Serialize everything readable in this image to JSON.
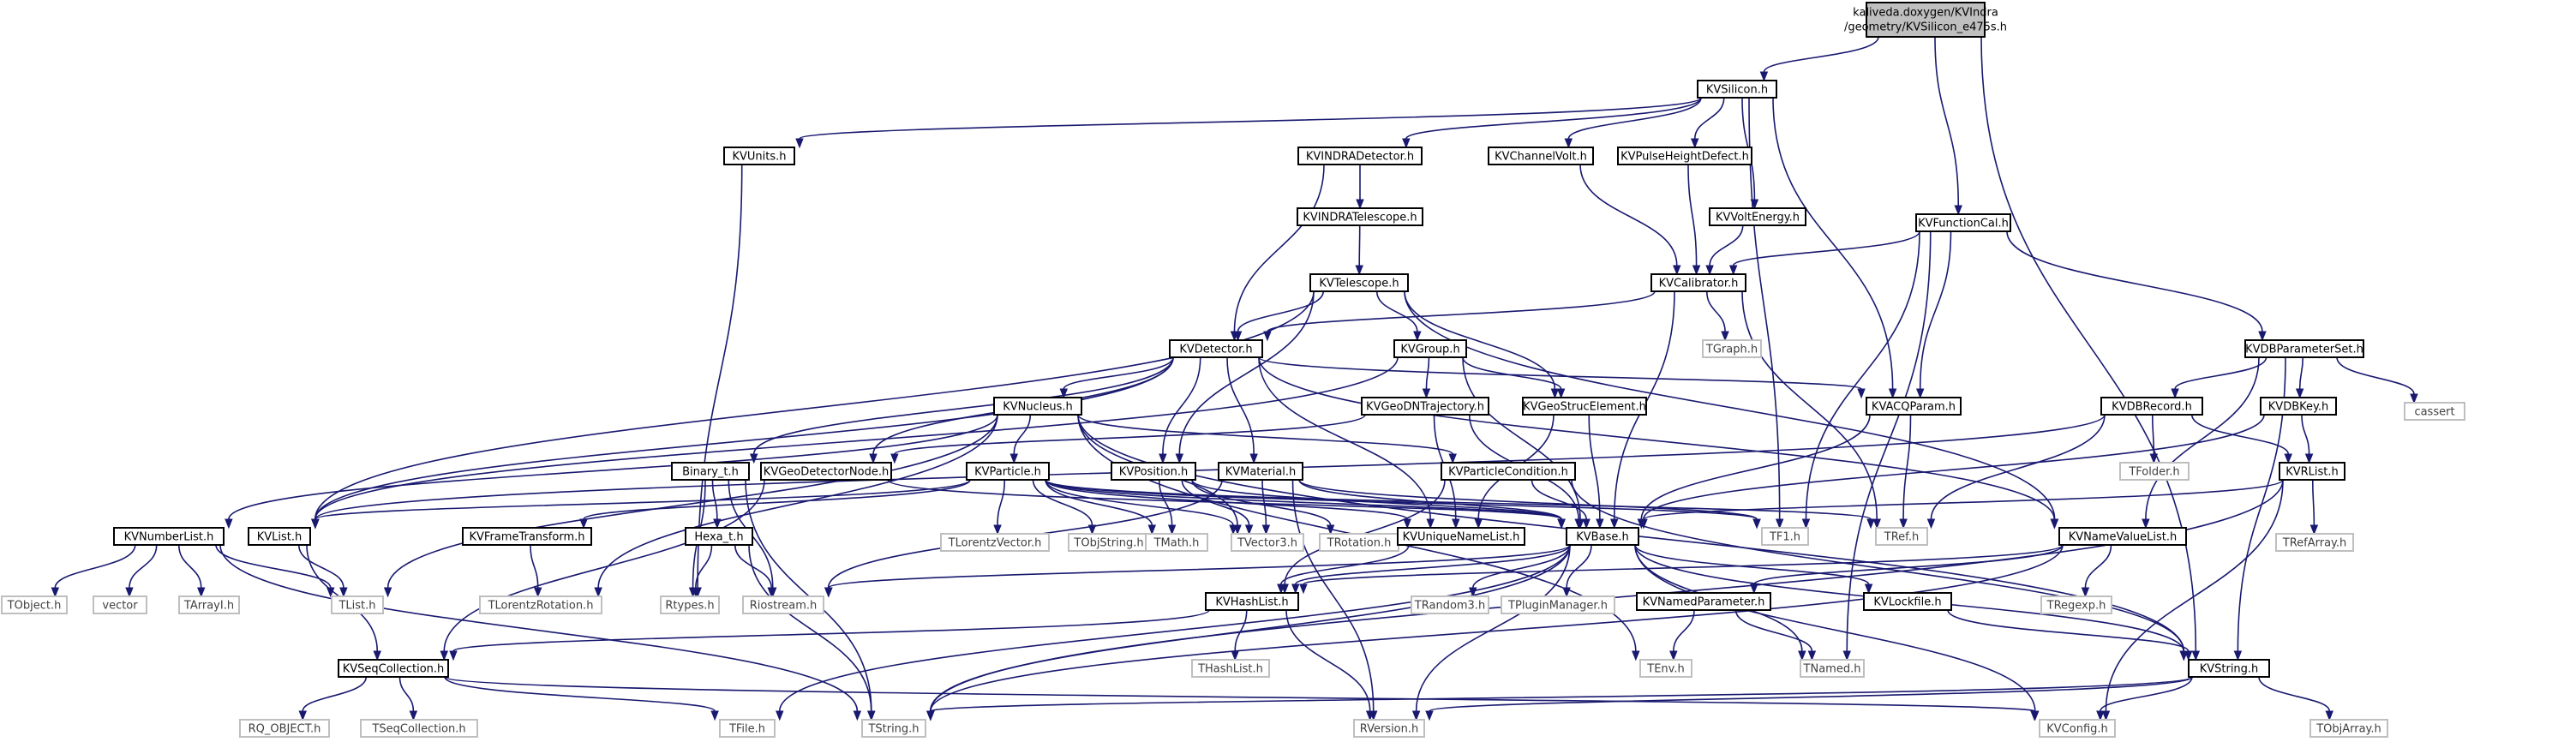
{
  "graph": {
    "root": {
      "line1": "kaliveda.doxygen/KVIndra",
      "line2": "/geometry/KVSilicon_e475s.h"
    },
    "nodes": {
      "silicon": "KVSilicon.h",
      "functioncal": "KVFunctionCal.h",
      "units": "KVUnits.h",
      "indradet": "KVINDRADetector.h",
      "chanvolt": "KVChannelVolt.h",
      "pulse": "KVPulseHeightDefect.h",
      "voltenergy": "KVVoltEnergy.h",
      "indratel": "KVINDRATelescope.h",
      "telescope": "KVTelescope.h",
      "calibrator": "KVCalibrator.h",
      "dbparamset": "KVDBParameterSet.h",
      "detector": "KVDetector.h",
      "group": "KVGroup.h",
      "tgraph": "TGraph.h",
      "nucleus": "KVNucleus.h",
      "geodntraj": "KVGeoDNTrajectory.h",
      "geostruc": "KVGeoStrucElement.h",
      "acqparam": "KVACQParam.h",
      "dbrecord": "KVDBRecord.h",
      "dbkey": "KVDBKey.h",
      "cassert": "cassert",
      "binary": "Binary_t.h",
      "geodetnode": "KVGeoDetectorNode.h",
      "particle": "KVParticle.h",
      "position": "KVPosition.h",
      "material": "KVMaterial.h",
      "particlecond": "KVParticleCondition.h",
      "tfolder": "TFolder.h",
      "rlist": "KVRList.h",
      "numberlist": "KVNumberList.h",
      "kvlist": "KVList.h",
      "frametransform": "KVFrameTransform.h",
      "hexa": "Hexa_t.h",
      "tlorentzvector": "TLorentzVector.h",
      "tobjstring": "TObjString.h",
      "tmath": "TMath.h",
      "tvector3": "TVector3.h",
      "trotation": "TRotation.h",
      "uniquenamelist": "KVUniqueNameList.h",
      "kvbase": "KVBase.h",
      "tf1": "TF1.h",
      "tref": "TRef.h",
      "namevaluelist": "KVNameValueList.h",
      "trefarray": "TRefArray.h",
      "tobject": "TObject.h",
      "vector": "vector",
      "tarrayi": "TArrayI.h",
      "tlist": "TList.h",
      "tlorentzrotation": "TLorentzRotation.h",
      "rtypes": "Rtypes.h",
      "riostream": "Riostream.h",
      "hashlist": "KVHashList.h",
      "trandom3": "TRandom3.h",
      "tpluginmanager": "TPluginManager.h",
      "namedparam": "KVNamedParameter.h",
      "lockfile": "KVLockfile.h",
      "tregexp": "TRegexp.h",
      "seqcollection": "KVSeqCollection.h",
      "thashlist": "THashList.h",
      "tenv": "TEnv.h",
      "tnamed": "TNamed.h",
      "kvstring": "KVString.h",
      "rqobject": "RQ_OBJECT.h",
      "tseqcollection": "TSeqCollection.h",
      "tfile": "TFile.h",
      "tstring": "TString.h",
      "rversion": "RVersion.h",
      "kvconfig": "KVConfig.h",
      "tobjarray": "TObjArray.h"
    },
    "colors": {
      "edge": "#191970",
      "root_fill": "#bfbfbf",
      "project_border": "#000000",
      "system_border": "#bfbfbf",
      "system_text": "#404040",
      "text": "#000000"
    }
  }
}
